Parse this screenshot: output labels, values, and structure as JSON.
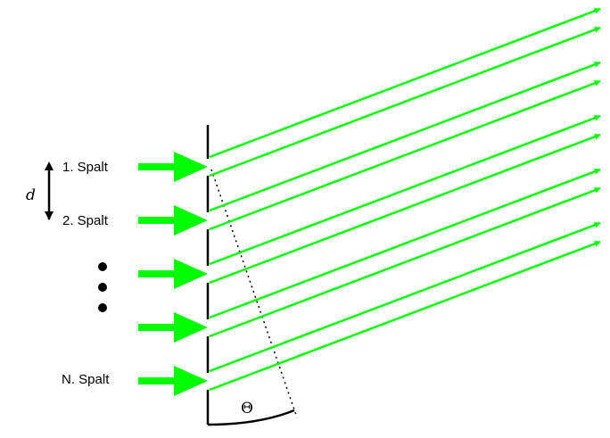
{
  "labels": {
    "slit1": "1. Spalt",
    "slit2": "2. Spalt",
    "slitN": "N. Spalt",
    "spacing": "d",
    "angle": "Θ"
  },
  "colors": {
    "beam": "#00ff00",
    "ink": "#000000"
  }
}
